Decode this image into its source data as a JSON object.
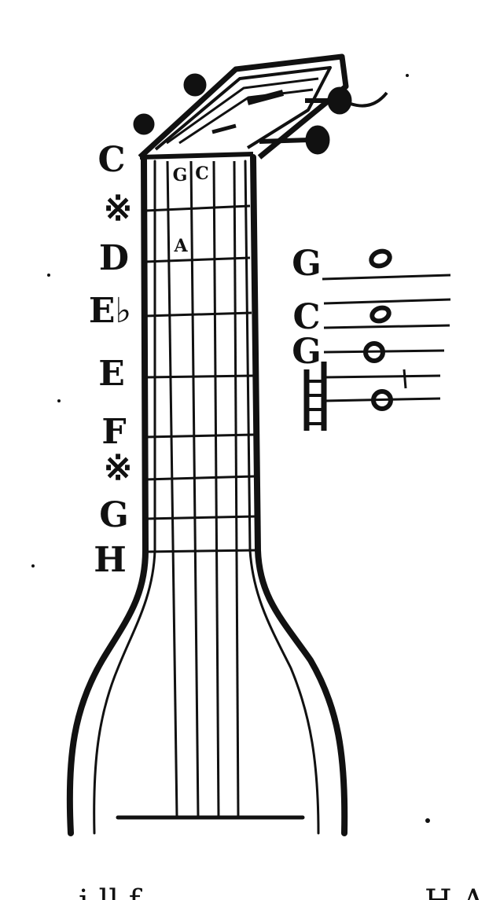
{
  "diagram": {
    "ink_color": "#111111",
    "paper_color": "#ffffff",
    "left_note_labels": [
      "C",
      "※",
      "D",
      "E♭",
      "E",
      "F",
      "※",
      "G",
      "H"
    ],
    "string_labels": [
      "G",
      "C"
    ],
    "fret_label": "A",
    "staff": {
      "note_labels": [
        "G",
        "C",
        "G"
      ],
      "ladder_icon": "ladder-clef-icon"
    },
    "bottom_fragments": [
      "i ll f",
      "H A"
    ]
  }
}
